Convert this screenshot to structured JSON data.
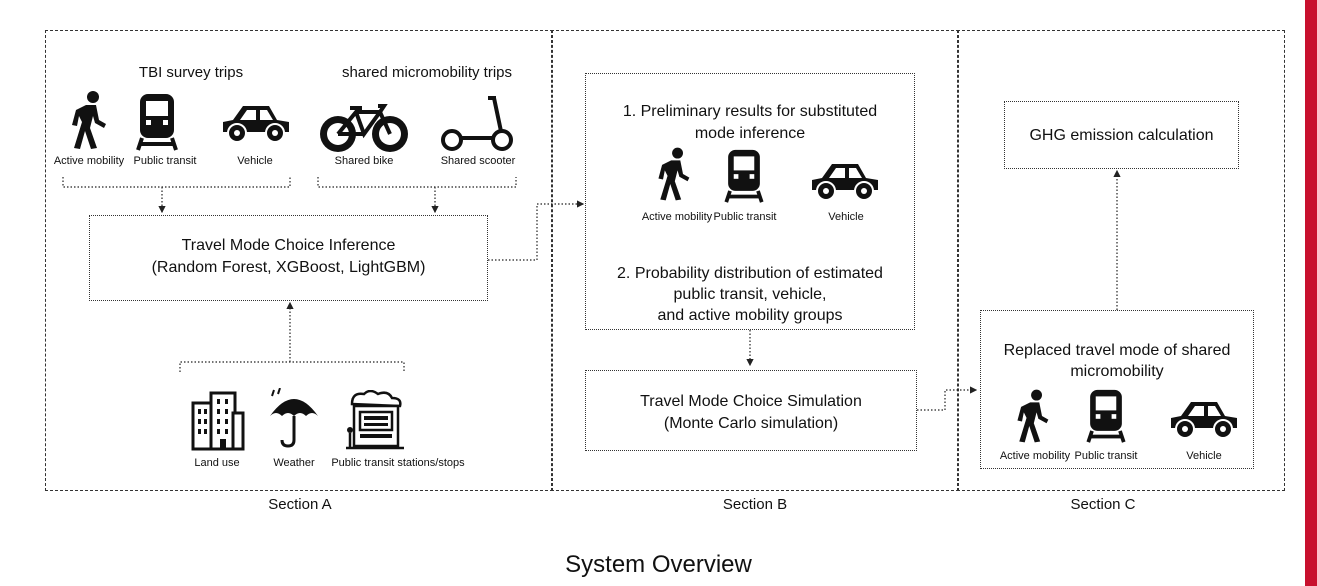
{
  "sectionA": {
    "caption": "Section A",
    "survey_title": "TBI survey trips",
    "micro_title": "shared micromobility trips",
    "survey_icons": [
      {
        "icon": "walking-person-icon",
        "label": "Active mobility"
      },
      {
        "icon": "train-icon",
        "label": "Public transit"
      },
      {
        "icon": "car-icon",
        "label": "Vehicle"
      }
    ],
    "micro_icons": [
      {
        "icon": "bicycle-icon",
        "label": "Shared bike"
      },
      {
        "icon": "scooter-icon",
        "label": "Shared scooter"
      }
    ],
    "inference_line1": "Travel Mode Choice Inference",
    "inference_line2": "(Random Forest, XGBoost, LightGBM)",
    "context_icons": [
      {
        "icon": "building-icon",
        "label": "Land use"
      },
      {
        "icon": "umbrella-icon",
        "label": "Weather"
      },
      {
        "icon": "station-icon",
        "label": "Public transit stations/stops"
      }
    ]
  },
  "sectionB": {
    "caption": "Section B",
    "result1_line1": "1. Preliminary results for substituted",
    "result1_line2": "mode inference",
    "icons": [
      {
        "icon": "walking-person-icon",
        "label": "Active mobility"
      },
      {
        "icon": "train-icon",
        "label": "Public transit"
      },
      {
        "icon": "car-icon",
        "label": "Vehicle"
      }
    ],
    "result2_line1": "2. Probability distribution of estimated",
    "result2_line2": "public transit, vehicle,",
    "result2_line3": "and active mobility groups",
    "sim_line1": "Travel Mode Choice Simulation",
    "sim_line2": "(Monte Carlo simulation)"
  },
  "sectionC": {
    "caption": "Section C",
    "ghg": "GHG emission calculation",
    "replaced_line1": "Replaced travel mode of shared",
    "replaced_line2": "micromobility",
    "icons": [
      {
        "icon": "walking-person-icon",
        "label": "Active mobility"
      },
      {
        "icon": "train-icon",
        "label": "Public transit"
      },
      {
        "icon": "car-icon",
        "label": "Vehicle"
      }
    ]
  },
  "footer_title": "System Overview",
  "accent_color": "#c8102e"
}
